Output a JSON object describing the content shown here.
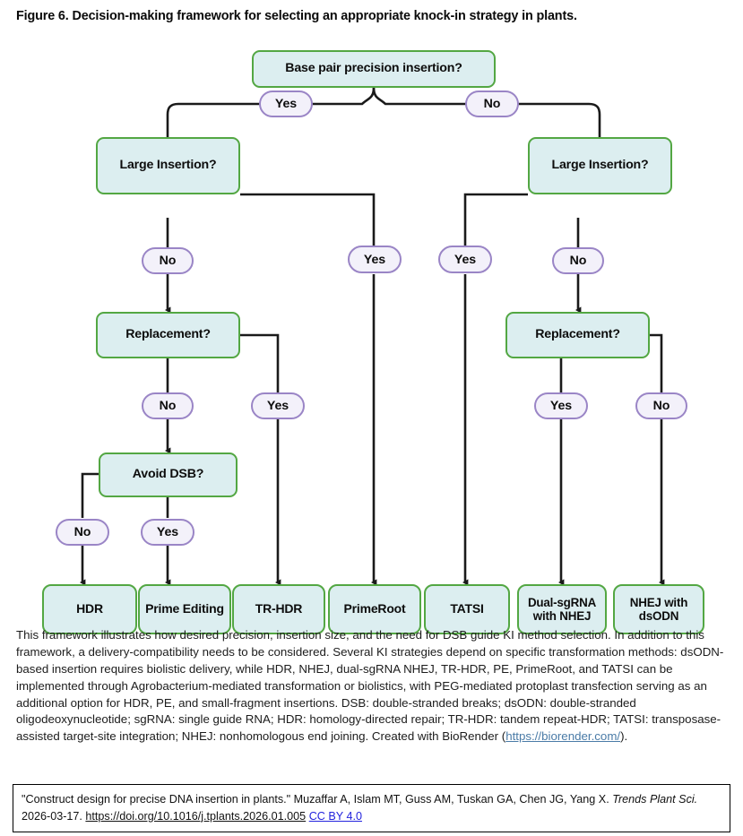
{
  "figure": {
    "title": "Figure 6. Decision-making framework for selecting an appropriate knock-in strategy in plants."
  },
  "chart_data": {
    "type": "diagram",
    "diagram_kind": "decision-tree-flowchart",
    "title": "Decision-making framework for selecting an appropriate knock-in strategy in plants",
    "colors": {
      "node_fill": "#dceef0",
      "node_border": "#53a743",
      "pill_fill": "#f3f1fa",
      "pill_border": "#9a85c6",
      "edge": "#1a1a1a",
      "link": "#4a7ba7",
      "cc_link": "#2222dd"
    },
    "decision_nodes": [
      {
        "id": "root",
        "label": "Base pair precision insertion?"
      },
      {
        "id": "large_left",
        "label": "Large Insertion?"
      },
      {
        "id": "large_right",
        "label": "Large Insertion?"
      },
      {
        "id": "replace_left",
        "label": "Replacement?"
      },
      {
        "id": "replace_right",
        "label": "Replacement?"
      },
      {
        "id": "avoid_dsb",
        "label": "Avoid DSB?"
      }
    ],
    "outcome_nodes": [
      {
        "id": "hdr",
        "label": "HDR"
      },
      {
        "id": "prime_editing",
        "label": "Prime Editing"
      },
      {
        "id": "tr_hdr",
        "label": "TR-HDR"
      },
      {
        "id": "primeroot",
        "label": "PrimeRoot"
      },
      {
        "id": "tatsi",
        "label": "TATSI"
      },
      {
        "id": "dual_sgrna",
        "label": "Dual-sgRNA with NHEJ"
      },
      {
        "id": "nhej_dsodn",
        "label": "NHEJ with dsODN"
      }
    ],
    "edges": [
      {
        "from": "root",
        "label": "Yes",
        "to": "large_left"
      },
      {
        "from": "root",
        "label": "No",
        "to": "large_right"
      },
      {
        "from": "large_left",
        "label": "No",
        "to": "replace_left"
      },
      {
        "from": "large_left",
        "label": "Yes",
        "to": "primeroot"
      },
      {
        "from": "replace_left",
        "label": "No",
        "to": "avoid_dsb"
      },
      {
        "from": "replace_left",
        "label": "Yes",
        "to": "tr_hdr"
      },
      {
        "from": "avoid_dsb",
        "label": "No",
        "to": "hdr"
      },
      {
        "from": "avoid_dsb",
        "label": "Yes",
        "to": "prime_editing"
      },
      {
        "from": "large_right",
        "label": "Yes",
        "to": "tatsi"
      },
      {
        "from": "large_right",
        "label": "No",
        "to": "replace_right"
      },
      {
        "from": "replace_right",
        "label": "Yes",
        "to": "dual_sgrna"
      },
      {
        "from": "replace_right",
        "label": "No",
        "to": "nhej_dsodn"
      }
    ]
  },
  "nodes": {
    "root": "Base pair precision insertion?",
    "large_left": "Large Insertion?",
    "large_right": "Large Insertion?",
    "replace_left": "Replacement?",
    "replace_right": "Replacement?",
    "avoid_dsb": "Avoid DSB?",
    "hdr": "HDR",
    "prime_editing": "Prime Editing",
    "tr_hdr": "TR-HDR",
    "primeroot": "PrimeRoot",
    "tatsi": "TATSI",
    "dual_sgrna": "Dual-sgRNA with NHEJ",
    "nhej_dsodn": "NHEJ with dsODN"
  },
  "labels": {
    "root_yes": "Yes",
    "root_no": "No",
    "large_left_no": "No",
    "large_left_yes": "Yes",
    "replace_left_no": "No",
    "replace_left_yes": "Yes",
    "avoid_dsb_no": "No",
    "avoid_dsb_yes": "Yes",
    "large_right_yes": "Yes",
    "large_right_no": "No",
    "replace_right_yes": "Yes",
    "replace_right_no": "No"
  },
  "caption": {
    "body_1": "This framework illustrates how desired precision, insertion size, and the need for DSB guide KI method selection. In addition to this framework, a delivery-compatibility needs to be considered. Several KI strategies depend on specific transformation methods: dsODN-based insertion requires biolistic delivery, while HDR, NHEJ, dual-sgRNA NHEJ, TR-HDR, PE, PrimeRoot, and TATSI can be implemented through Agrobacterium-mediated transformation or biolistics, with PEG-mediated protoplast transfection serving as an additional option for HDR, PE, and small-fragment insertions. DSB: double-stranded breaks; dsODN: double-stranded oligodeoxynucleotide; sgRNA: single guide RNA; HDR: homology-directed repair; TR-HDR: tandem repeat-HDR; TATSI: transposase-assisted target-site integration; NHEJ: nonhomologous end joining. Created with BioRender (",
    "biorender_link": "https://biorender.com/",
    "body_2": ")."
  },
  "citation": {
    "title_quoted": "\"Construct design for precise DNA insertion in plants.\"",
    "authors": "Muzaffar A, Islam MT, Guss AM, Tuskan GA, Chen JG, Yang X.",
    "journal": "Trends Plant Sci.",
    "date": "2026-03-17.",
    "doi": "https://doi.org/10.1016/j.tplants.2026.01.005",
    "license": "CC BY 4.0"
  }
}
